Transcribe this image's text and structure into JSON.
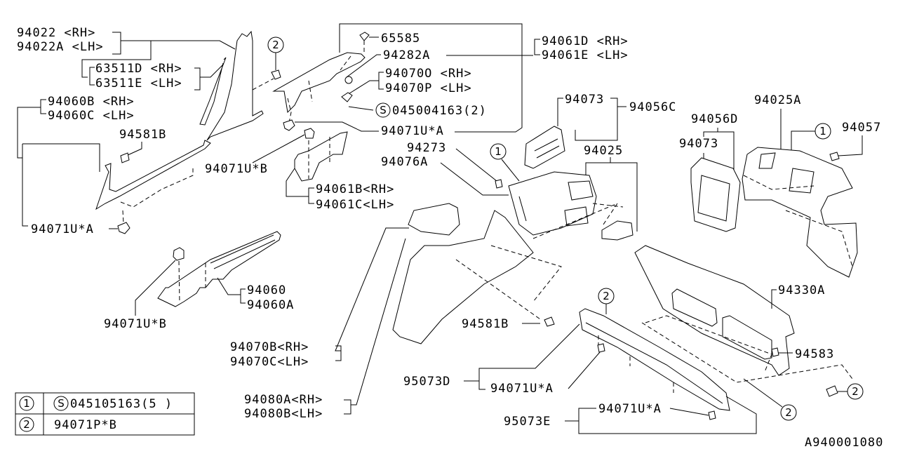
{
  "diagram": {
    "title_code": "A940001080",
    "labels": {
      "l94022": "94022  <RH>",
      "l94022A": "94022A <LH>",
      "l63511D": "63511D <RH>",
      "l63511E": "63511E <LH>",
      "l94060B": "94060B <RH>",
      "l94060C": "94060C <LH>",
      "l94581B_top": "94581B",
      "l94071UA_left": "94071U*A",
      "l94060": "94060",
      "l94060A": "94060A",
      "l94071UB_low": "94071U*B",
      "l94071UB_mid": "94071U*B",
      "l94061B": "94061B<RH>",
      "l94061C": "94061C<LH>",
      "l65585": "65585",
      "l94282A": "94282A",
      "l94070O": "94070O <RH>",
      "l94070P": "94070P <LH>",
      "l045004163": "045004163(2)",
      "l94071UA_top": "94071U*A",
      "l94061D": "94061D <RH>",
      "l94061E": "94061E <LH>",
      "l94073_a": "94073",
      "l94056C": "94056C",
      "l94273": "94273",
      "l94076A": "94076A",
      "l94025": "94025",
      "l94056D": "94056D",
      "l94073_b": "94073",
      "l94025A": "94025A",
      "l94057": "94057",
      "l94070B": "94070B<RH>",
      "l94070C": "94070C<LH>",
      "l94080A": "94080A<RH>",
      "l94080B": "94080B<LH>",
      "l94581B_low": "94581B",
      "l94330A": "94330A",
      "l94583": "94583",
      "l95073D": "95073D",
      "l94071UA_mid": "94071U*A",
      "l95073E": "95073E",
      "l94071UA_bot": "94071U*A"
    },
    "callouts": {
      "one": "1",
      "two": "2",
      "screw_symbol": "S"
    },
    "legend": [
      {
        "ref": "1",
        "symbol": "S",
        "part": "045105163(5 )"
      },
      {
        "ref": "2",
        "symbol": "",
        "part": "94071P*B"
      }
    ]
  }
}
